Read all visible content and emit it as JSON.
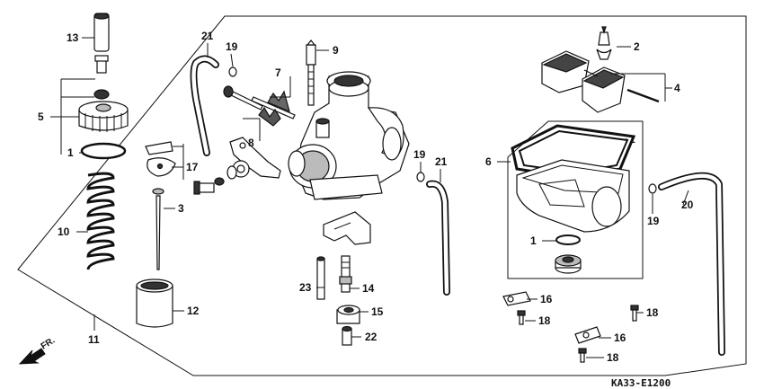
{
  "diagram": {
    "drawing_code": "KA33-E1200",
    "direction_label": "FR.",
    "callouts": {
      "c1a": "1",
      "c1b": "1",
      "c1c": "1",
      "c2": "2",
      "c3": "3",
      "c4": "4",
      "c5": "5",
      "c6": "6",
      "c7": "7",
      "c8": "8",
      "c9": "9",
      "c10": "10",
      "c11": "11",
      "c12": "12",
      "c13": "13",
      "c14": "14",
      "c15": "15",
      "c16a": "16",
      "c16b": "16",
      "c17": "17",
      "c18a": "18",
      "c18b": "18",
      "c18c": "18",
      "c19a": "19",
      "c19b": "19",
      "c19c": "19",
      "c20": "20",
      "c21a": "21",
      "c21b": "21",
      "c22": "22",
      "c23": "23"
    }
  }
}
